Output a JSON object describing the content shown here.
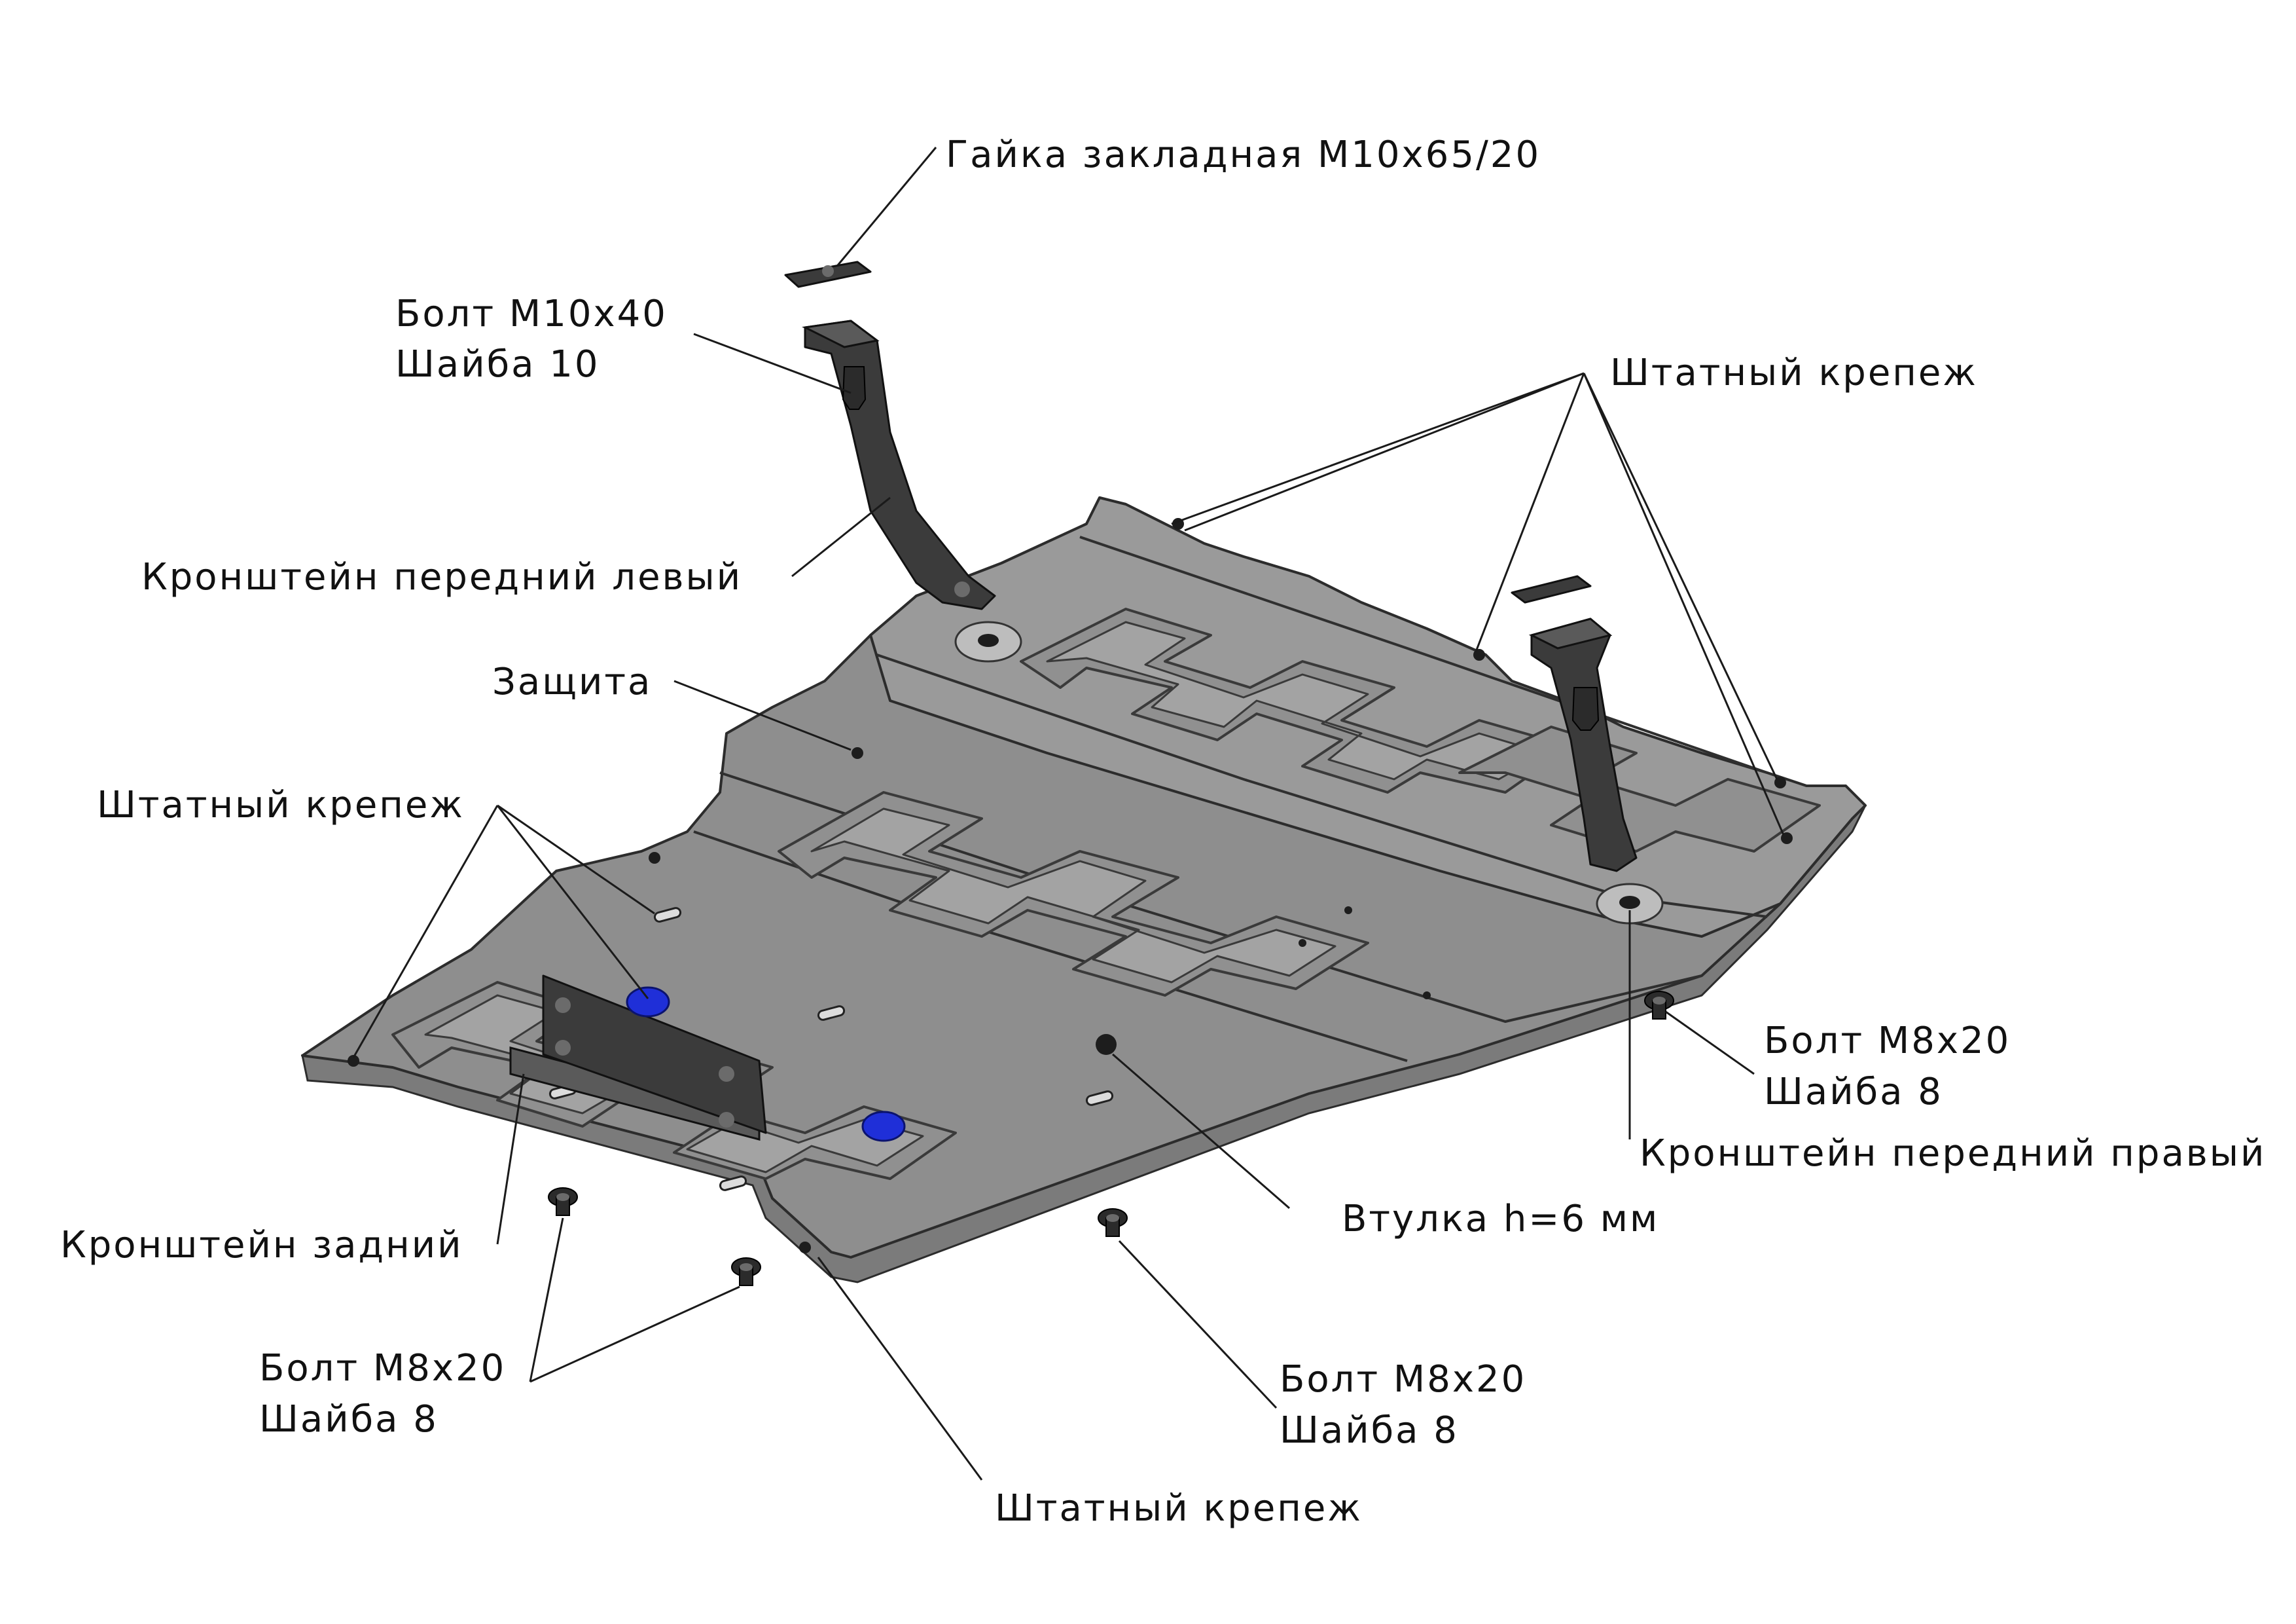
{
  "labels": {
    "nut": "Гайка закладная М10х65/20",
    "bolt_m10_line1": "Болт М10х40",
    "bolt_m10_line2": "Шайба 10",
    "std_fastener_top": "Штатный крепеж",
    "bracket_front_left": "Кронштейн передний левый",
    "guard": "Защита",
    "std_fastener_left": "Штатный крепеж",
    "bolt_m8_right_line1": "Болт М8х20",
    "bolt_m8_right_line2": "Шайба 8",
    "bracket_front_right": "Кронштейн передний правый",
    "bushing": "Втулка h=6 мм",
    "bracket_rear": "Кронштейн задний",
    "bolt_m8_left_line1": "Болт М8х20",
    "bolt_m8_left_line2": "Шайба 8",
    "bolt_m8_mid_line1": "Болт М8х20",
    "bolt_m8_mid_line2": "Шайба 8",
    "std_fastener_bottom": "Штатный крепеж"
  },
  "colors": {
    "plate": "#8e8e8e",
    "bracket": "#3b3b3b",
    "accent_blue": "#1f2fd8",
    "text": "#111111"
  }
}
